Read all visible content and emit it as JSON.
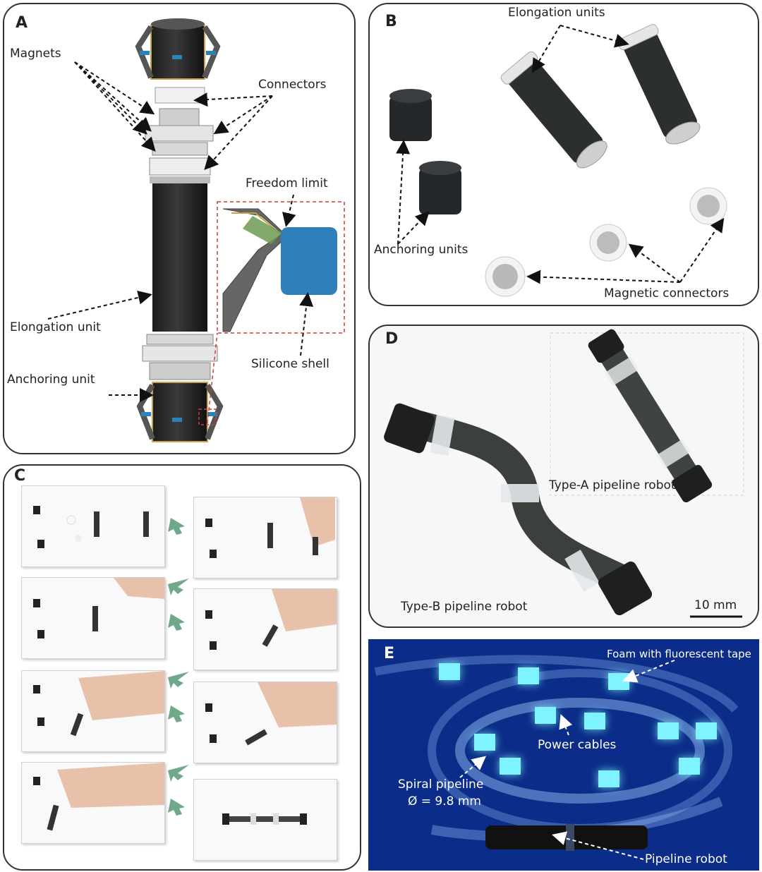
{
  "panel_a": {
    "letter": "A",
    "labels": {
      "magnets": "Magnets",
      "connectors": "Connectors",
      "freedom_limit": "Freedom limit",
      "elongation_unit": "Elongation unit",
      "silicone_shell": "Silicone shell",
      "anchoring_unit": "Anchoring unit"
    }
  },
  "panel_b": {
    "letter": "B",
    "labels": {
      "elongation_units": "Elongation units",
      "anchoring_units": "Anchoring units",
      "magnetic_connectors": "Magnetic connectors"
    }
  },
  "panel_c": {
    "letter": "C"
  },
  "panel_d": {
    "letter": "D",
    "labels": {
      "type_a": "Type-A pipeline robot",
      "type_b": "Type-B pipeline robot",
      "scale_bar": "10 mm"
    }
  },
  "panel_e": {
    "letter": "E",
    "labels": {
      "foam": "Foam with fluorescent tape",
      "power_cables": "Power cables",
      "spiral_pipeline": "Spiral pipeline",
      "diameter": "Ø = 9.8 mm",
      "pipeline_robot": "Pipeline robot"
    }
  },
  "colors": {
    "arrow_green": "#6fa88a",
    "glow_cyan": "#7ff3ff",
    "e_background": "#0b2c88",
    "inset_dashed": "#d23a3a"
  }
}
